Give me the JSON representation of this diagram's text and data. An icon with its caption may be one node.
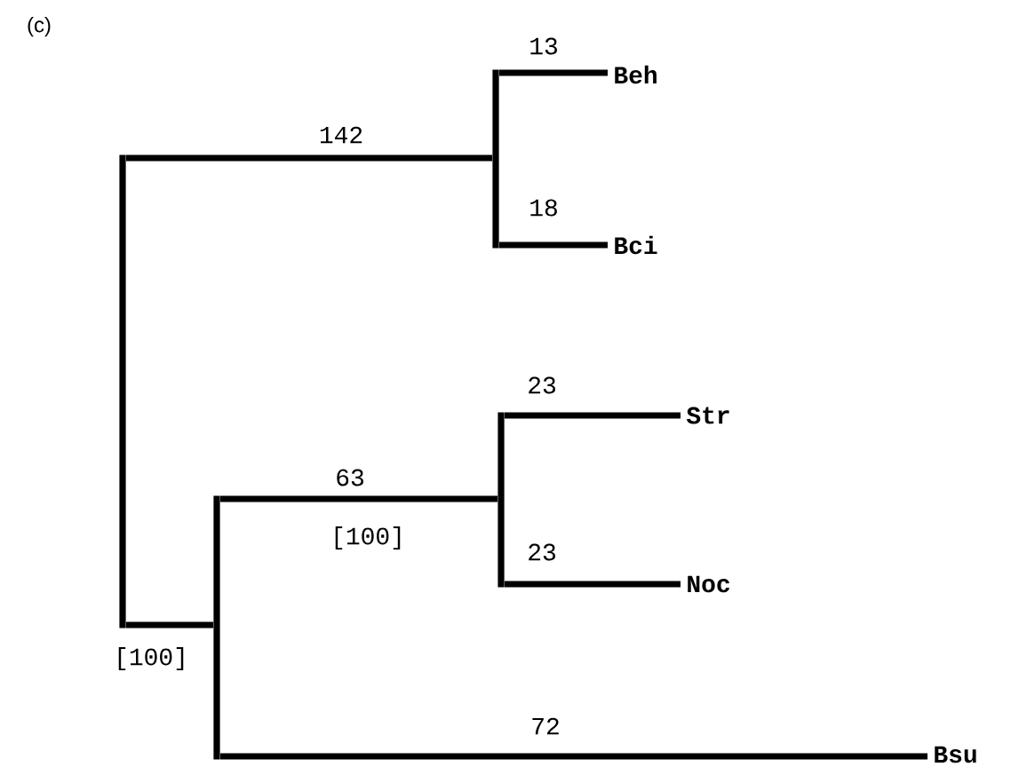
{
  "diagram": {
    "nodes": [
      {
        "text": [],
        "shape": "bar"
      },
      {
        "text": [],
        "shape": "bar"
      },
      {
        "text": [
          "Beh"
        ]
      },
      {
        "text": [
          "Bci"
        ]
      },
      {
        "text": [],
        "shape": "bar"
      },
      {
        "text": [],
        "shape": "bar"
      },
      {
        "text": [
          "Str"
        ]
      },
      {
        "text": [
          "Noc"
        ]
      },
      {
        "text": [
          "Bsu"
        ]
      }
    ],
    "edges": [
      {
        "from": 0,
        "to": 1,
        "arrow": "none",
        "label": "142"
      },
      {
        "from": 1,
        "to": 2,
        "arrow": "none",
        "label": "13"
      },
      {
        "from": 1,
        "to": 3,
        "arrow": "none",
        "label": "18"
      },
      {
        "from": 0,
        "to": 4,
        "arrow": "none",
        "label": "[100]"
      },
      {
        "from": 4,
        "to": 5,
        "arrow": "none",
        "label": "63"
      },
      {
        "from": 5,
        "to": 6,
        "arrow": "none",
        "label": "23"
      },
      {
        "from": 5,
        "to": 7,
        "arrow": "none",
        "label": "23"
      },
      {
        "from": 4,
        "to": 8,
        "arrow": "none",
        "label": "72"
      }
    ],
    "labels": [
      "(c)",
      "[100]"
    ]
  }
}
